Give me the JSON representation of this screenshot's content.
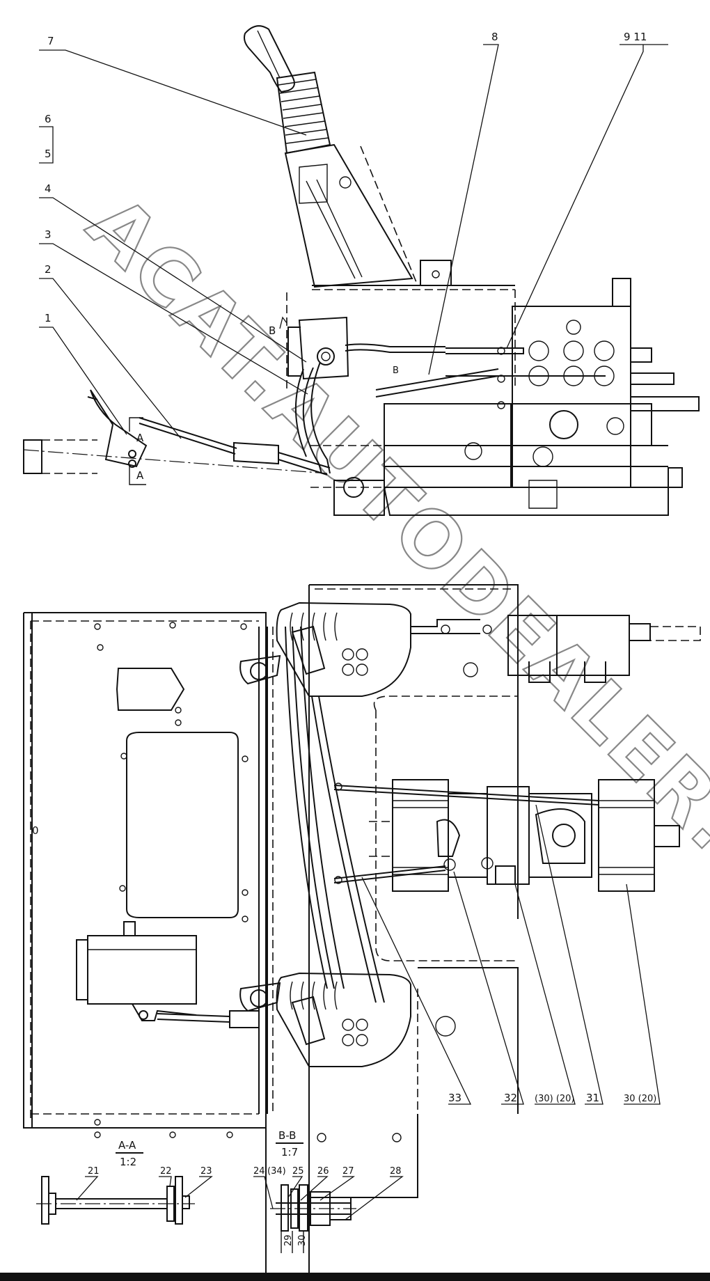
{
  "watermark": "ACAT.AUTODEALER.RU",
  "top_view_callouts": {
    "c1": "1",
    "c2": "2",
    "c3": "3",
    "c4": "4",
    "c5": "5",
    "c6": "6",
    "c7": "7",
    "c8": "8",
    "c9_11": "9  11",
    "sec_A_top": "A",
    "sec_A_bottom": "A",
    "sec_B": "B",
    "sec_B2": "B"
  },
  "plan_view_callouts": {
    "c33": "33",
    "c32": "32",
    "c30_20": "(30) (20)",
    "c31": "31",
    "c30b_20": "30 (20)",
    "zero": "0"
  },
  "section_AA": {
    "title": "A-A",
    "scale": "1:2",
    "c21": "21",
    "c22": "22",
    "c23": "23"
  },
  "section_BB": {
    "title": "B-B",
    "scale": "1:7",
    "c24": "24",
    "c34": "(34)",
    "c25": "25",
    "c26": "26",
    "c27": "27",
    "c28": "28",
    "vt1": "29",
    "vt2": "30"
  }
}
